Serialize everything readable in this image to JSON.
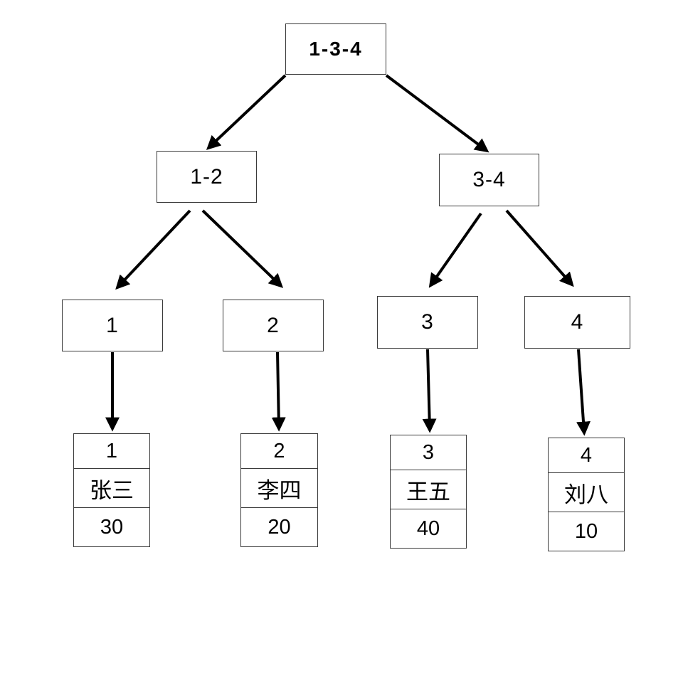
{
  "diagram": {
    "type": "index-tree",
    "root": {
      "label": "1-3-4"
    },
    "internal_nodes": [
      {
        "label": "1-2"
      },
      {
        "label": "3-4"
      }
    ],
    "key_nodes": [
      {
        "label": "1"
      },
      {
        "label": "2"
      },
      {
        "label": "3"
      },
      {
        "label": "4"
      }
    ],
    "records": [
      {
        "id": "1",
        "name": "张三",
        "value": "30"
      },
      {
        "id": "2",
        "name": "李四",
        "value": "20"
      },
      {
        "id": "3",
        "name": "王五",
        "value": "40"
      },
      {
        "id": "4",
        "name": "刘八",
        "value": "10"
      }
    ],
    "edges": [
      {
        "from": "root",
        "to": "1-2"
      },
      {
        "from": "root",
        "to": "3-4"
      },
      {
        "from": "1-2",
        "to": "1"
      },
      {
        "from": "1-2",
        "to": "2"
      },
      {
        "from": "3-4",
        "to": "3"
      },
      {
        "from": "3-4",
        "to": "4"
      },
      {
        "from": "1",
        "to": "record-1"
      },
      {
        "from": "2",
        "to": "record-2"
      },
      {
        "from": "3",
        "to": "record-3"
      },
      {
        "from": "4",
        "to": "record-4"
      }
    ],
    "colors": {
      "background": "#ffffff",
      "box_border": "#3a3a3a",
      "text": "#000000",
      "arrow": "#000000"
    }
  }
}
